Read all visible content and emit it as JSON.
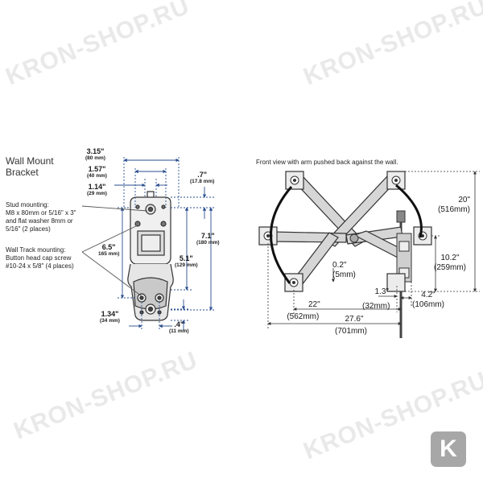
{
  "watermark": {
    "text": "KRON-SHOP.RU",
    "logo_letter": "K"
  },
  "left": {
    "title_line1": "Wall Mount",
    "title_line2": "Bracket",
    "stud_note": [
      "Stud mounting:",
      "M8 x 80mm or 5/16\" x 3\"",
      "and flat washer 8mm or",
      "5/16\" (2 places)"
    ],
    "track_note": [
      "Wall Track mounting:",
      "Button head cap screw",
      "#10-24 x 5/8\" (4 places)"
    ],
    "dims": {
      "d315": {
        "main": "3.15\"",
        "sub": "(80 mm)"
      },
      "d157": {
        "main": "1.57\"",
        "sub": "(40 mm)"
      },
      "d114": {
        "main": "1.14\"",
        "sub": "(29 mm)"
      },
      "d07": {
        "main": ".7\"",
        "sub": "(17.8 mm)"
      },
      "d65": {
        "main": "6.5\"",
        "sub": "165 mm)"
      },
      "d71": {
        "main": "7.1\"",
        "sub": "(180 mm)"
      },
      "d51": {
        "main": "5.1\"",
        "sub": "(129 mm)"
      },
      "d134": {
        "main": "1.34\"",
        "sub": "(34 mm)"
      },
      "d04": {
        "main": ".4\"",
        "sub": "(11 mm)"
      }
    }
  },
  "right": {
    "caption": "Front view with arm pushed back against the wall.",
    "dims": {
      "d20": {
        "main": "20\"",
        "sub": "(516mm)"
      },
      "d102": {
        "main": "10.2\"",
        "sub": "(259mm)"
      },
      "d02": {
        "main": "0.2\"",
        "sub": "(5mm)"
      },
      "d13": {
        "main": "1.3\"",
        "sub": "(32mm)"
      },
      "d42": {
        "main": "4.2\"",
        "sub": "(106mm)"
      },
      "d22": {
        "main": "22\"",
        "sub": "(562mm)"
      },
      "d276": {
        "main": "27.6\"",
        "sub": "(701mm)"
      }
    }
  },
  "colors": {
    "dimension_line": "#2a4e8f",
    "part_line": "#333333",
    "part_fill": "#d6d6d6",
    "watermark": "#e6e6e6",
    "logo": "#a7a7a7"
  }
}
